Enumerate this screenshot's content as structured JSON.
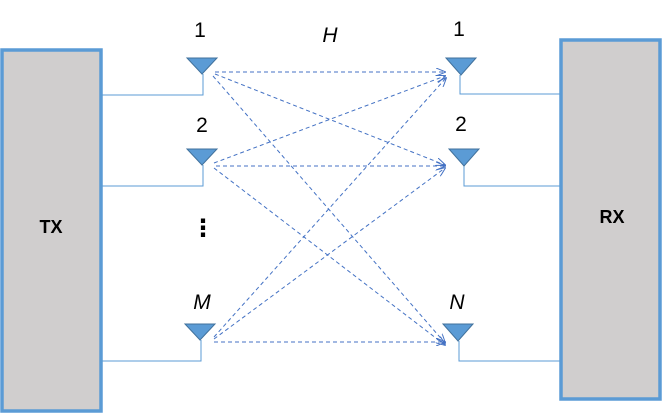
{
  "tx": {
    "label": "TX"
  },
  "rx": {
    "label": "RX"
  },
  "channel": {
    "label": "H"
  },
  "tx_antennas": [
    {
      "label": "1"
    },
    {
      "label": "2"
    },
    {
      "label": "⋮"
    },
    {
      "label": "M"
    }
  ],
  "rx_antennas": [
    {
      "label": "1"
    },
    {
      "label": "2"
    },
    {
      "label": "N"
    }
  ],
  "colors": {
    "box_fill": "#d0cece",
    "box_stroke": "#5b9bd5",
    "antenna": "#5b9bd5",
    "link": "#4472c4"
  }
}
